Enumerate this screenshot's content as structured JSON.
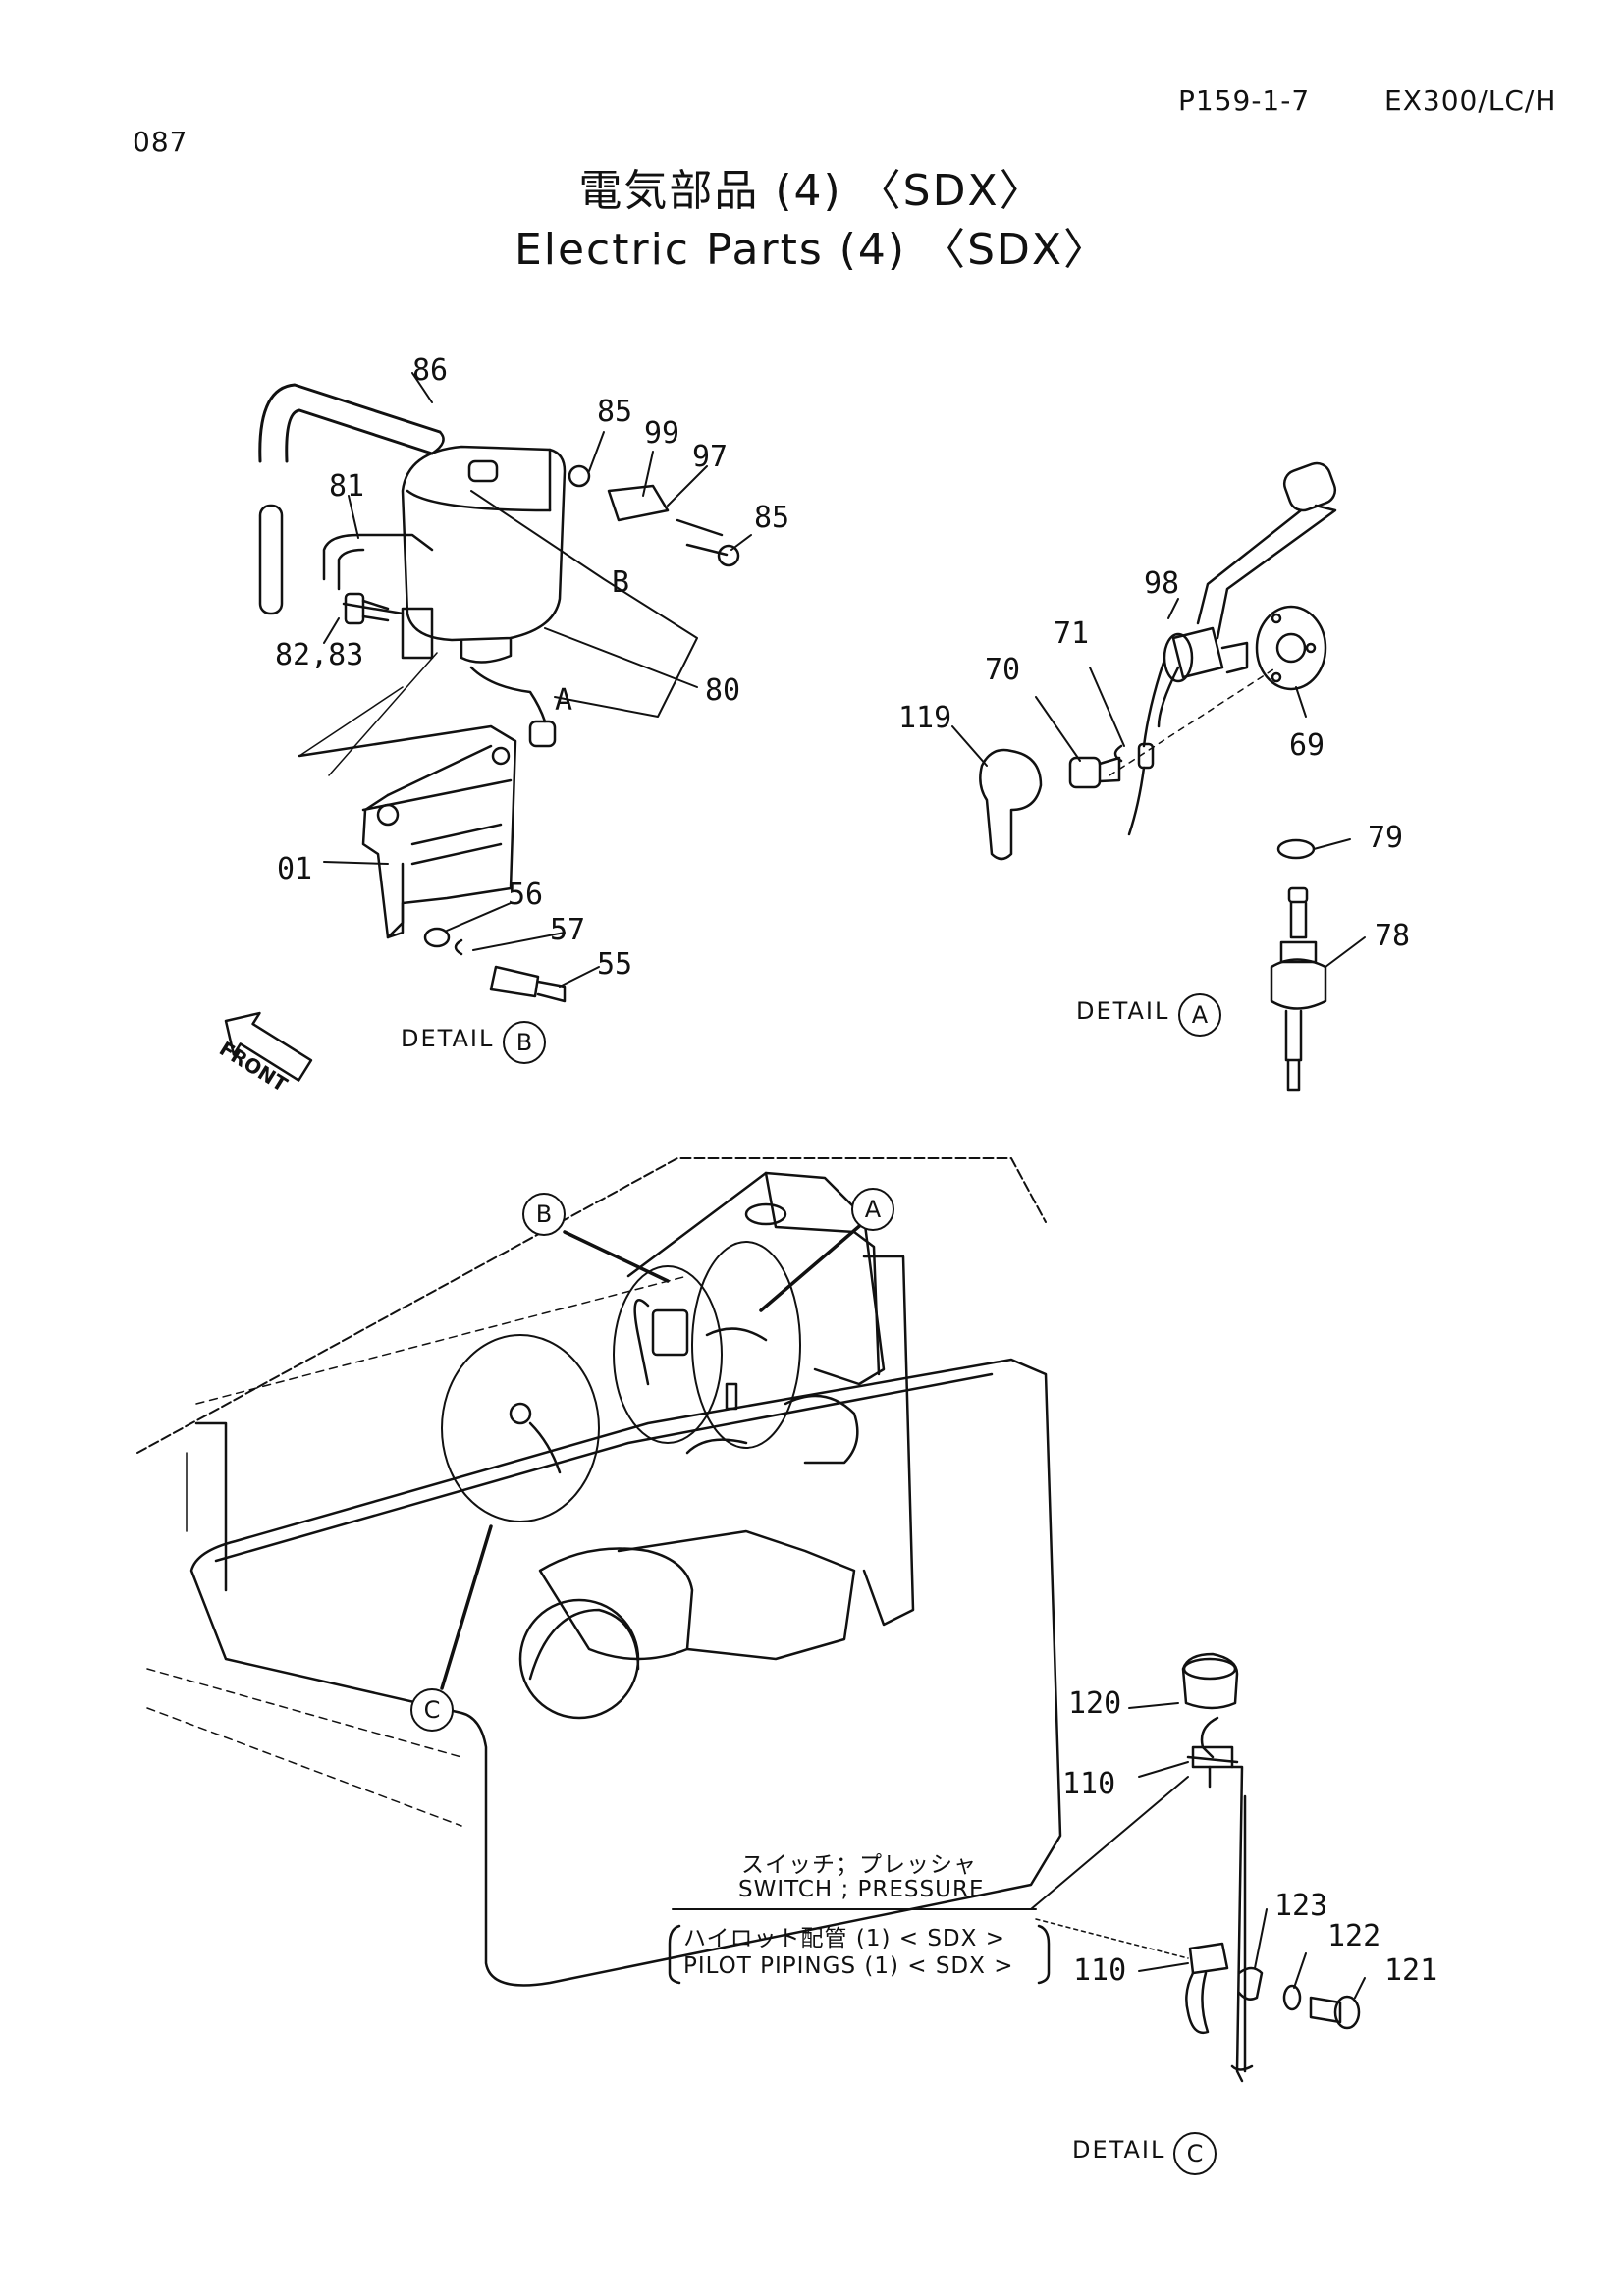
{
  "header": {
    "page_code": "087",
    "drawing_no": "P159-1-7",
    "model": "EX300/LC/H"
  },
  "title": {
    "jp": "電気部品 (4) 〈SDX〉",
    "en": "Electric Parts (4) 〈SDX〉"
  },
  "details": {
    "a": {
      "prefix": "DETAIL",
      "letter": "A"
    },
    "b": {
      "prefix": "DETAIL",
      "letter": "B"
    },
    "c": {
      "prefix": "DETAIL",
      "letter": "C"
    }
  },
  "front_label": "FRONT",
  "callouts": {
    "b_main": "B",
    "a_main": "A",
    "c_main": "C",
    "b_inline": "B",
    "a_inline": "A"
  },
  "part_labels": {
    "p86": "86",
    "p85a": "85",
    "p99": "99",
    "p97": "97",
    "p85b": "85",
    "p81": "81",
    "p8283": "82,83",
    "p80": "80",
    "p01": "01",
    "p56": "56",
    "p57": "57",
    "p55": "55",
    "p98": "98",
    "p71": "71",
    "p70": "70",
    "p119": "119",
    "p69": "69",
    "p79": "79",
    "p78": "78",
    "p120": "120",
    "p110a": "110",
    "p110b": "110",
    "p123": "123",
    "p122": "122",
    "p121": "121"
  },
  "note": {
    "switch_jp": "スイッチ；プレッシャ",
    "switch_en": "SWITCH ; PRESSURE",
    "pilot_jp": "ハイロット配管 (1) < SDX >",
    "pilot_en": "PILOT  PIPINGS (1) < SDX >"
  }
}
